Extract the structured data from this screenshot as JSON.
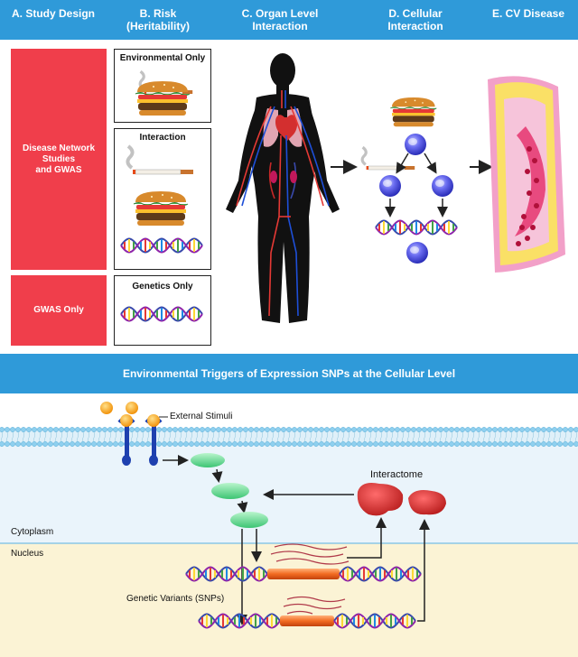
{
  "header": {
    "col_a": "A. Study Design",
    "col_b": "B. Risk\n(Heritability)",
    "col_c": "C. Organ  Level\nInteraction",
    "col_d": "D. Cellular\nInteraction",
    "col_e": "E. CV Disease"
  },
  "study_design": {
    "box1": "Disease Network\nStudies\nand GWAS",
    "box2": "GWAS Only"
  },
  "risk": {
    "environmental_only": "Environmental Only",
    "interaction": "Interaction",
    "genetics_only": "Genetics Only"
  },
  "banner": {
    "title": "Environmental Triggers of Expression SNPs at the Cellular Level"
  },
  "cellular": {
    "external_stimuli": "External Stimuli",
    "interactome": "Interactome",
    "cytoplasm": "Cytoplasm",
    "nucleus": "Nucleus",
    "genetic_variants": "Genetic Variants (SNPs)"
  },
  "colors": {
    "header_blue": "#2f9ad9",
    "accent_red": "#f03e4b",
    "cytoplasm_blue": "#eaf4fb",
    "nucleus_yellow": "#fbf3d5",
    "interactome_red": "#d9202c",
    "cell_purple": "#5b5de0",
    "stimulus_orange": "#f5a623"
  },
  "icons": [
    "cigarette-icon",
    "burger-icon",
    "dna-helix-icon",
    "human-body-icon",
    "heart-icon",
    "cell-icon",
    "artery-plaque-icon",
    "receptor-icon",
    "protein-blob-icon",
    "mrna-icon",
    "gene-bar-icon"
  ]
}
